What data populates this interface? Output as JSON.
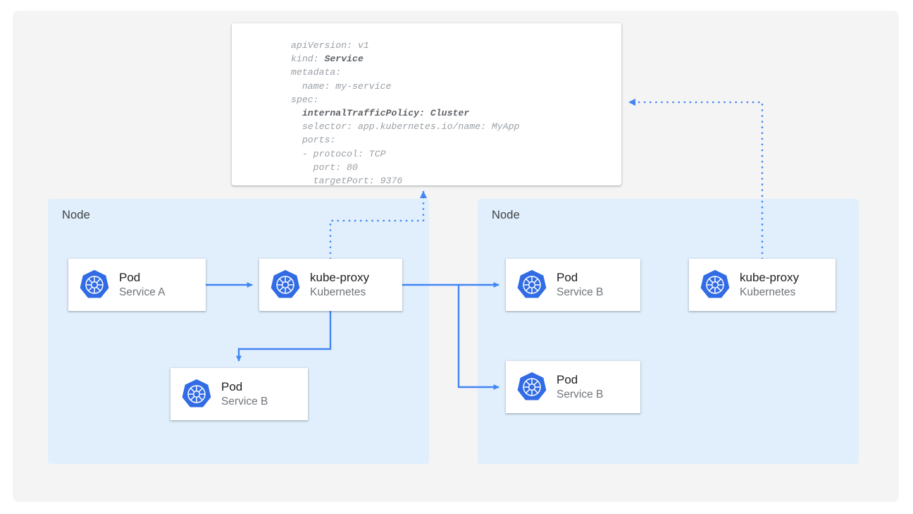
{
  "canvas": {
    "background": "#f4f4f5",
    "page_background": "#ffffff"
  },
  "colors": {
    "node_background": "#e1effc",
    "card_background": "#ffffff",
    "accent_blue": "#4285f4",
    "k8s_blue": "#326ce5",
    "title_text": "#202124",
    "sub_text": "#70757a",
    "yaml_text": "#9aa0a6",
    "yaml_bold_text": "#5f6368"
  },
  "yaml_panel": {
    "name": "service-manifest",
    "lines": [
      {
        "text": "apiVersion: v1",
        "bold": false
      },
      {
        "text": "kind: ",
        "bold": false,
        "bold_suffix": "Service"
      },
      {
        "text": "metadata:",
        "bold": false
      },
      {
        "text": "  name: my-service",
        "bold": false
      },
      {
        "text": "spec:",
        "bold": false
      },
      {
        "text": "  internalTrafficPolicy: Cluster",
        "bold": true
      },
      {
        "text": "  selector: app.kubernetes.io/name: MyApp",
        "bold": false
      },
      {
        "text": "  ports:",
        "bold": false
      },
      {
        "text": "  - protocol: TCP",
        "bold": false
      },
      {
        "text": "    port: 80",
        "bold": false
      },
      {
        "text": "    targetPort: 9376",
        "bold": false
      }
    ],
    "line_1": "apiVersion: v1",
    "line_2_prefix": "kind: ",
    "line_2_bold": "Service",
    "line_3": "metadata:",
    "line_4": "  name: my-service",
    "line_5": "spec:",
    "line_6": "  internalTrafficPolicy: Cluster",
    "line_7": "  selector: app.kubernetes.io/name: MyApp",
    "line_8": "  ports:",
    "line_9": "  - protocol: TCP",
    "line_10": "    port: 80",
    "line_11": "    targetPort: 9376"
  },
  "nodes": {
    "left": {
      "label": "Node",
      "cards": {
        "pod_a": {
          "title": "Pod",
          "subtitle": "Service A",
          "icon": "kubernetes-icon"
        },
        "kube_proxy": {
          "title": "kube-proxy",
          "subtitle": "Kubernetes",
          "icon": "kubernetes-icon"
        },
        "pod_b": {
          "title": "Pod",
          "subtitle": "Service B",
          "icon": "kubernetes-icon"
        }
      }
    },
    "right": {
      "label": "Node",
      "cards": {
        "pod_b_1": {
          "title": "Pod",
          "subtitle": "Service B",
          "icon": "kubernetes-icon"
        },
        "pod_b_2": {
          "title": "Pod",
          "subtitle": "Service B",
          "icon": "kubernetes-icon"
        },
        "kube_proxy": {
          "title": "kube-proxy",
          "subtitle": "Kubernetes",
          "icon": "kubernetes-icon"
        }
      }
    }
  },
  "connectors": [
    {
      "name": "pod-a-to-kube-proxy",
      "style": "solid",
      "from": "pod_a",
      "to": "kube_proxy_left"
    },
    {
      "name": "kube-proxy-to-local-pod-b",
      "style": "solid",
      "from": "kube_proxy_left",
      "to": "pod_b_left"
    },
    {
      "name": "kube-proxy-to-remote-pod-b-1",
      "style": "solid",
      "from": "kube_proxy_left",
      "to": "pod_b_right_1"
    },
    {
      "name": "kube-proxy-to-remote-pod-b-2",
      "style": "solid",
      "from": "kube_proxy_left",
      "to": "pod_b_right_2"
    },
    {
      "name": "kube-proxy-left-to-manifest",
      "style": "dotted",
      "from": "kube_proxy_left",
      "to": "service-manifest"
    },
    {
      "name": "kube-proxy-right-to-manifest",
      "style": "dotted",
      "from": "kube_proxy_right",
      "to": "service-manifest"
    }
  ]
}
